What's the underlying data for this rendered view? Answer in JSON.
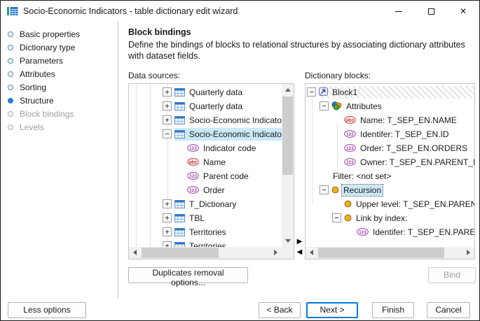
{
  "window": {
    "title": "Socio-Economic Indicators - table dictionary edit wizard",
    "controls": [
      "minimize",
      "maximize",
      "close"
    ]
  },
  "sidebar": {
    "steps": [
      {
        "label": "Basic properties",
        "state": "done"
      },
      {
        "label": "Dictionary type",
        "state": "done"
      },
      {
        "label": "Parameters",
        "state": "done"
      },
      {
        "label": "Attributes",
        "state": "done"
      },
      {
        "label": "Sorting",
        "state": "done"
      },
      {
        "label": "Structure",
        "state": "current"
      },
      {
        "label": "Block bindings",
        "state": "disabled"
      },
      {
        "label": "Levels",
        "state": "disabled"
      }
    ]
  },
  "content": {
    "heading": "Block bindings",
    "description": "Define the bindings of blocks to relational structures by associating dictionary attributes with dataset fields.",
    "data_sources_label": "Data sources:",
    "dictionary_blocks_label": "Dictionary blocks:",
    "data_sources_tree": [
      {
        "label": "Quarterly data",
        "icon": "table-icon",
        "expand": "plus",
        "level": 0
      },
      {
        "label": "Quarterly data",
        "icon": "table-icon",
        "expand": "plus",
        "level": 0
      },
      {
        "label": "Socio-Economic Indicators",
        "icon": "table-icon",
        "expand": "plus",
        "level": 0
      },
      {
        "label": "Socio-Economic Indicators",
        "icon": "table-icon",
        "expand": "minus",
        "level": 0,
        "selected": true
      },
      {
        "label": "Indicator code",
        "icon": "number-badge-icon",
        "expand": "none",
        "level": 1
      },
      {
        "label": "Name",
        "icon": "text-badge-icon",
        "expand": "none",
        "level": 1
      },
      {
        "label": "Parent code",
        "icon": "number-badge-icon",
        "expand": "none",
        "level": 1
      },
      {
        "label": "Order",
        "icon": "number-badge-icon",
        "expand": "none",
        "level": 1
      },
      {
        "label": "T_Dictionary",
        "icon": "table-icon",
        "expand": "plus",
        "level": 0
      },
      {
        "label": "TBL",
        "icon": "table-icon",
        "expand": "plus",
        "level": 0
      },
      {
        "label": "Territories",
        "icon": "table-icon",
        "expand": "plus",
        "level": 0
      },
      {
        "label": "Territories",
        "icon": "table-icon",
        "expand": "plus",
        "level": 0
      }
    ],
    "dictionary_blocks_tree": [
      {
        "label": "Block1",
        "icon": "block-icon",
        "expand": "minus",
        "level": 0,
        "hatched": true
      },
      {
        "label": "Attributes",
        "icon": "attributes-icon",
        "expand": "minus",
        "level": 1
      },
      {
        "label": "Name: T_SEP_EN.NAME",
        "icon": "text-badge-icon",
        "expand": "none",
        "level": 2
      },
      {
        "label": "Identifer: T_SEP_EN.ID",
        "icon": "number-badge-icon",
        "expand": "none",
        "level": 2
      },
      {
        "label": "Order: T_SEP_EN.ORDERS",
        "icon": "number-badge-icon",
        "expand": "none",
        "level": 2
      },
      {
        "label": "Owner: T_SEP_EN.PARENT_ID",
        "icon": "number-badge-icon",
        "expand": "none",
        "level": 2
      },
      {
        "label": "Filter: <not set>",
        "icon": "none",
        "expand": "none",
        "level": 1
      },
      {
        "label": "Recursion",
        "icon": "yellow-circle-icon",
        "expand": "minus",
        "level": 1,
        "focused": true
      },
      {
        "label": "Upper level: T_SEP_EN.PARENT_ID",
        "icon": "yellow-circle-icon",
        "expand": "none",
        "level": 2
      },
      {
        "label": "Link by index:",
        "icon": "yellow-circle-icon",
        "expand": "minus",
        "level": 2
      },
      {
        "label": "Identifer: T_SEP_EN.PARENT_ID",
        "icon": "number-badge-icon",
        "expand": "none",
        "level": 3
      }
    ],
    "duplicates_removal_button": "Duplicates removal options...",
    "bind_button": "Bind"
  },
  "footer": {
    "less_options_button": "Less options",
    "back_button": "< Back",
    "next_button": "Next >",
    "finish_button": "Finish",
    "cancel_button": "Cancel"
  },
  "colors": {
    "accent": "#0078d7",
    "selection": "#cbe8f6",
    "table_icon_blue": "#2e78c8",
    "number_badge_purple": "#a23bb0",
    "text_badge_red": "#c63431",
    "yellow_circle": "#f2b01e",
    "app_icon_green": "#21a366"
  }
}
